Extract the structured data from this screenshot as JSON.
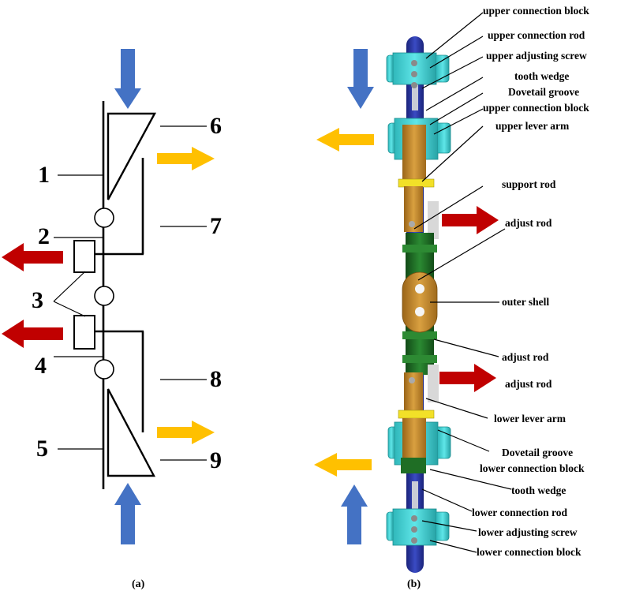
{
  "panel_a": {
    "caption": "(a)",
    "numbers": [
      "1",
      "2",
      "3",
      "4",
      "5",
      "6",
      "7",
      "8",
      "9"
    ]
  },
  "panel_b": {
    "caption": "(b)",
    "labels": {
      "upper_connection_block_top": "upper connection block",
      "upper_connection_rod": "upper connection rod",
      "upper_adjusting_screw": "upper adjusting screw",
      "tooth_wedge_top": "tooth wedge",
      "dovetail_groove_top": "Dovetail groove",
      "upper_connection_block_2": "upper connection block",
      "upper_lever_arm": "upper lever arm",
      "support_rod": "support rod",
      "adjust_rod_1": "adjust  rod",
      "outer_shell": "outer shell",
      "adjust_rod_2": "adjust  rod",
      "adjust_rod_3": "adjust  rod",
      "lower_lever_arm": "lower  lever arm",
      "dovetail_groove_bottom": "Dovetail groove",
      "lower_connection_block_1": "lower  connection block",
      "tooth_wedge_bottom": "tooth wedge",
      "lower_connection_rod": "lower  connection rod",
      "lower_adjusting_screw": "lower adjusting screw",
      "lower_connection_block_2": "lower  connection block"
    }
  },
  "colors": {
    "blue_arrow": "#4472c4",
    "orange_arrow": "#ffc000",
    "red_arrow": "#c00000",
    "cyan_block": "#3fd3d6",
    "green_body": "#1f6e25",
    "brass": "#c88a2a",
    "navy_rod": "#22309a"
  }
}
